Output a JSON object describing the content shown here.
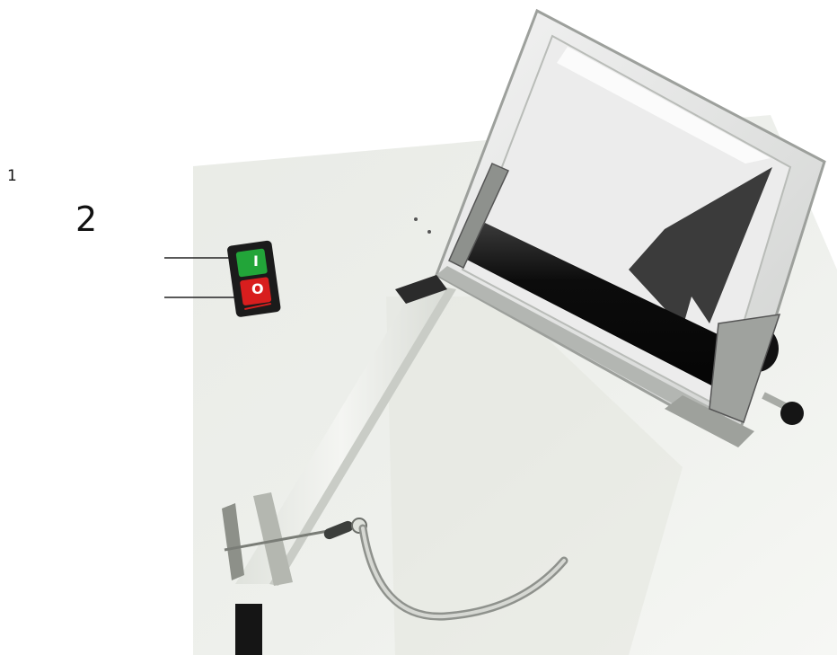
{
  "callouts": {
    "one": "1",
    "two": "2"
  },
  "switch": {
    "on_symbol": "I",
    "off_symbol": "O",
    "on_color": "#22a539",
    "off_color": "#d81e1e"
  },
  "icons": {
    "switch_box": "power-switch-icon",
    "machine": "dough-sheeter-icon"
  }
}
